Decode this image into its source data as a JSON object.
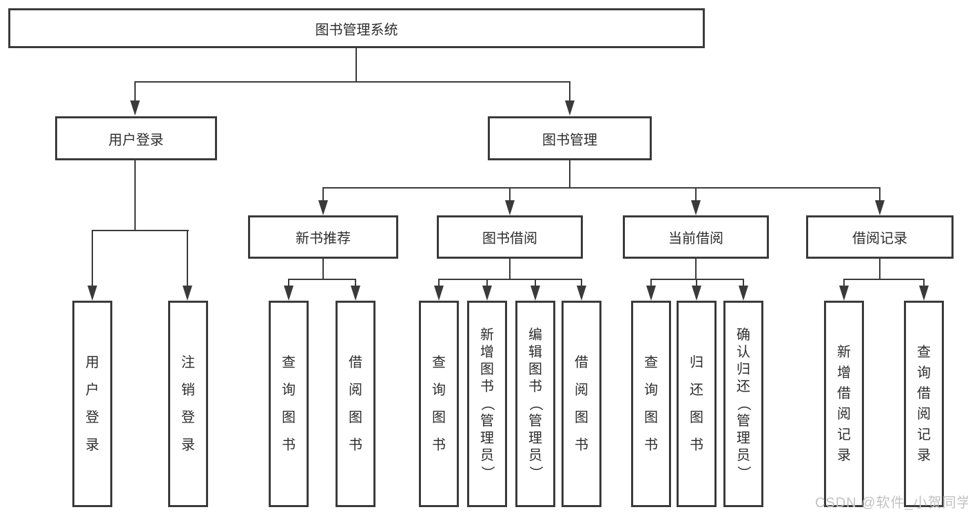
{
  "diagram": {
    "title": "图书管理系统",
    "nodes": {
      "root": "图书管理系统",
      "level2": {
        "user_login": "用户登录",
        "book_mgmt": "图书管理"
      },
      "level3": {
        "new_books": "新书推荐",
        "book_borrow": "图书借阅",
        "current_borrow": "当前借阅",
        "borrow_records": "借阅记录"
      },
      "leaves": {
        "user_login_1": "用户登录",
        "user_login_2": "注销登录",
        "new_books_1": "查询图书",
        "new_books_2": "借阅图书",
        "book_borrow_1": "查询图书",
        "book_borrow_2": "新增图书（管理员）",
        "book_borrow_3": "编辑图书（管理员）",
        "book_borrow_4": "借阅图书",
        "current_borrow_1": "查询图书",
        "current_borrow_2": "归还图书",
        "current_borrow_3": "确认归还（管理员）",
        "borrow_records_1": "新增借阅记录",
        "borrow_records_2": "查询借阅记录"
      }
    },
    "watermark": "CSDN @软件_小贺同学",
    "colors": {
      "line": "#3a3a3a",
      "box_border": "#3a3a3a",
      "box_fill": "#ffffff",
      "text": "#2d2d2d",
      "watermark": "#c2c2c2",
      "background": "#ffffff"
    }
  }
}
